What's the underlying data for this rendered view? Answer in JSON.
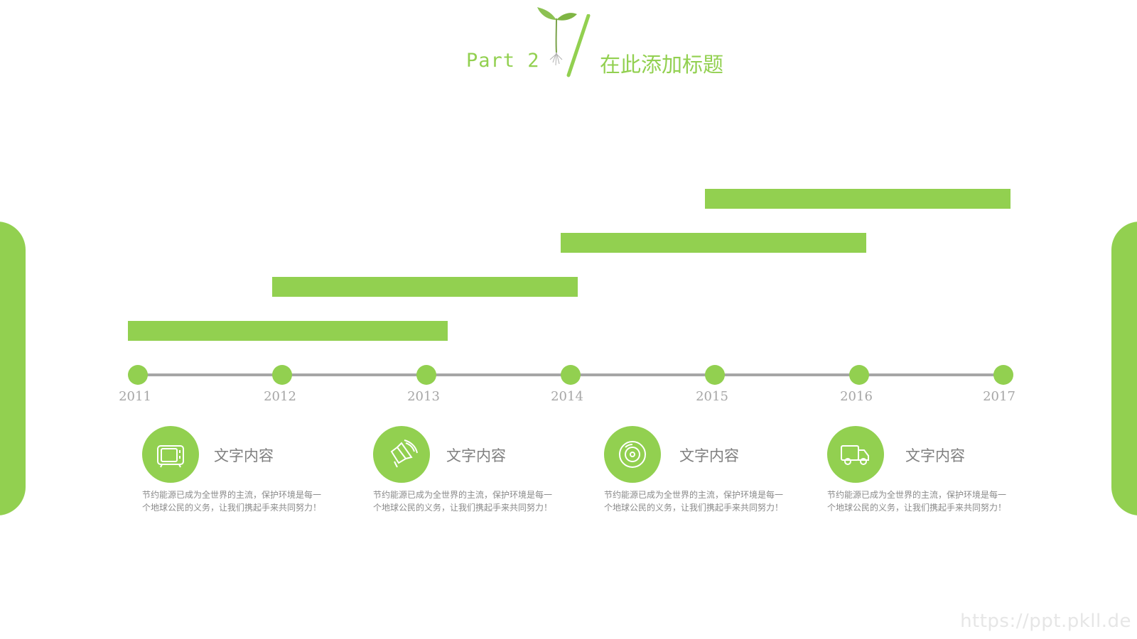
{
  "header": {
    "part_label": "Part 2",
    "title": "在此添加标题"
  },
  "colors": {
    "accent": "#92d050",
    "axis": "#a6a6a6",
    "text_gray": "#7f7f7f"
  },
  "timeline": {
    "years": [
      "2011",
      "2012",
      "2013",
      "2014",
      "2015",
      "2016",
      "2017"
    ],
    "bars": [
      {
        "start": 2011,
        "end": 2013.15
      },
      {
        "start": 2012,
        "end": 2014.05
      },
      {
        "start": 2014,
        "end": 2016.05
      },
      {
        "start": 2015,
        "end": 2017.05
      }
    ]
  },
  "items": [
    {
      "icon": "tv-icon",
      "title": "文字内容",
      "description": "节约能源已成为全世界的主流，保护环境是每一个地球公民的义务，让我们携起手来共同努力！"
    },
    {
      "icon": "speaker-icon",
      "title": "文字内容",
      "description": "节约能源已成为全世界的主流，保护环境是每一个地球公民的义务，让我们携起手来共同努力！"
    },
    {
      "icon": "disc-icon",
      "title": "文字内容",
      "description": "节约能源已成为全世界的主流，保护环境是每一个地球公民的义务，让我们携起手来共同努力！"
    },
    {
      "icon": "truck-icon",
      "title": "文字内容",
      "description": "节约能源已成为全世界的主流，保护环境是每一个地球公民的义务，让我们携起手来共同努力！"
    }
  ],
  "watermark": "https://ppt.pkll.de"
}
